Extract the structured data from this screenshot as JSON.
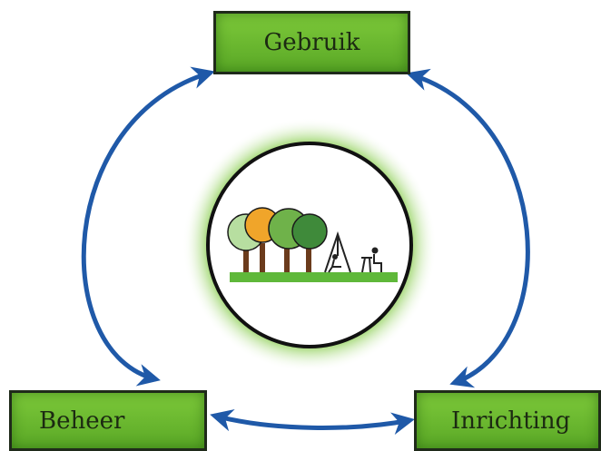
{
  "nodes": {
    "top": "Gebruik",
    "left": "Beheer",
    "right": "Inrichting"
  },
  "colors": {
    "box_fill": "#6cbb2c",
    "box_border": "#1f2a1a",
    "arrow": "#1f59a8",
    "halo": "#7cc243",
    "ring": "#111111",
    "ground": "#5fb83a"
  },
  "center_icon": "park-trees-playground-icon"
}
